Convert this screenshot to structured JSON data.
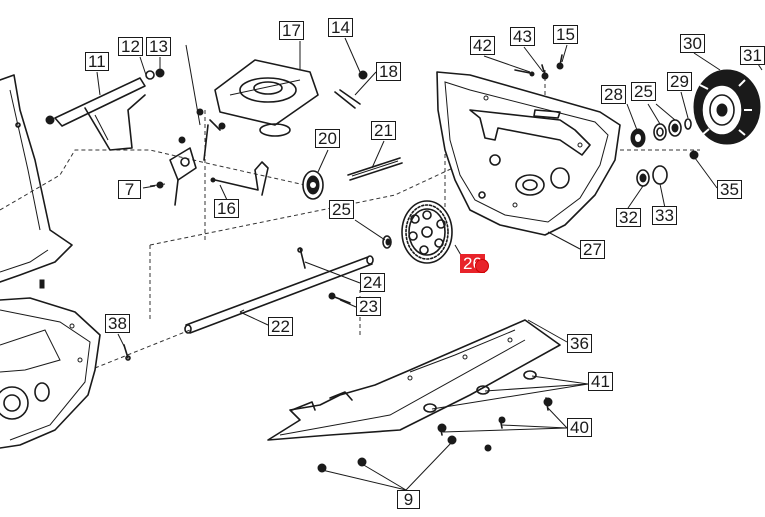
{
  "diagram": {
    "callouts": [
      {
        "id": "c11",
        "label": "11"
      },
      {
        "id": "c12",
        "label": "12"
      },
      {
        "id": "c13",
        "label": "13"
      },
      {
        "id": "c17",
        "label": "17"
      },
      {
        "id": "c14",
        "label": "14"
      },
      {
        "id": "c18",
        "label": "18"
      },
      {
        "id": "c20",
        "label": "20"
      },
      {
        "id": "c21",
        "label": "21"
      },
      {
        "id": "c7",
        "label": "7"
      },
      {
        "id": "c16",
        "label": "16"
      },
      {
        "id": "c25a",
        "label": "25"
      },
      {
        "id": "c26",
        "label": "26"
      },
      {
        "id": "c24",
        "label": "24"
      },
      {
        "id": "c23",
        "label": "23"
      },
      {
        "id": "c22",
        "label": "22"
      },
      {
        "id": "c38",
        "label": "38"
      },
      {
        "id": "c42",
        "label": "42"
      },
      {
        "id": "c43",
        "label": "43"
      },
      {
        "id": "c15",
        "label": "15"
      },
      {
        "id": "c30",
        "label": "30"
      },
      {
        "id": "c31",
        "label": "31"
      },
      {
        "id": "c28",
        "label": "28"
      },
      {
        "id": "c25b",
        "label": "25"
      },
      {
        "id": "c29",
        "label": "29"
      },
      {
        "id": "c27",
        "label": "27"
      },
      {
        "id": "c32",
        "label": "32"
      },
      {
        "id": "c33",
        "label": "33"
      },
      {
        "id": "c35",
        "label": "35"
      },
      {
        "id": "c36",
        "label": "36"
      },
      {
        "id": "c41",
        "label": "41"
      },
      {
        "id": "c40",
        "label": "40"
      },
      {
        "id": "c9",
        "label": "9"
      }
    ],
    "highlighted": "c26",
    "colors": {
      "line": "#1a1a1a",
      "highlight": "#e8232a",
      "background": "#ffffff"
    }
  }
}
